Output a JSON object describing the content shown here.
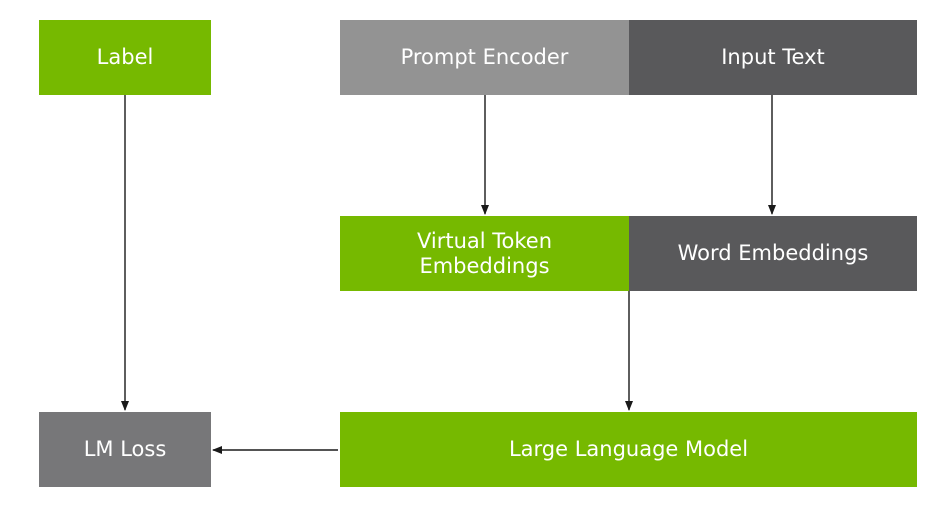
{
  "diagram": {
    "nodes": {
      "label": "Label",
      "prompt_encoder": "Prompt Encoder",
      "input_text": "Input Text",
      "virtual_token_line1": "Virtual Token",
      "virtual_token_line2": "Embeddings",
      "word_embeddings": "Word Embeddings",
      "large_language_model": "Large Language Model",
      "lm_loss": "LM Loss"
    },
    "edges": [
      {
        "from": "Label",
        "to": "LM Loss"
      },
      {
        "from": "Prompt Encoder",
        "to": "Virtual Token Embeddings"
      },
      {
        "from": "Input Text",
        "to": "Word Embeddings"
      },
      {
        "from": "Virtual Token Embeddings",
        "to": "Large Language Model"
      },
      {
        "from": "Large Language Model",
        "to": "LM Loss"
      }
    ],
    "colors": {
      "green": "#76b900",
      "light_gray": "#939393",
      "dark_gray": "#59595b",
      "mid_gray": "#777779",
      "arrow": "#1a1a1a"
    }
  }
}
